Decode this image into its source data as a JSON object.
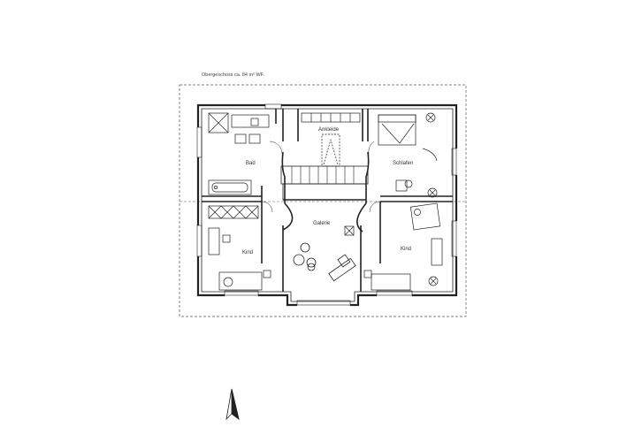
{
  "caption": "Obergeschoss ca. 84 m² WF.",
  "rooms": {
    "bad": "Bad",
    "ankleide": "Ankleide",
    "schlafen": "Schlafen",
    "galerie": "Galerie",
    "kind_left": "Kind",
    "kind_right": "Kind"
  },
  "north_arrow": {
    "icon": "north-arrow-icon"
  },
  "colors": {
    "line": "#222222",
    "dash": "#555555"
  }
}
